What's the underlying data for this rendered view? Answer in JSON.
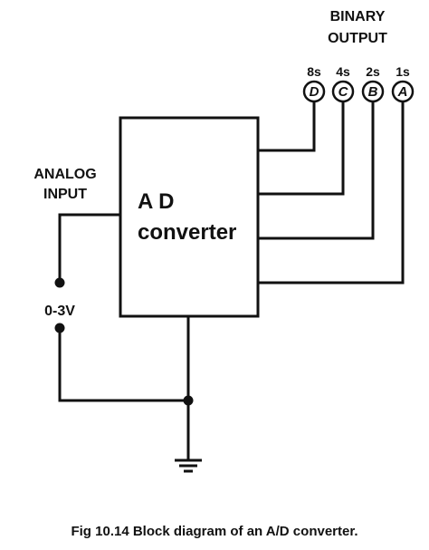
{
  "binary_output": {
    "line1": "BINARY",
    "line2": "OUTPUT"
  },
  "analog_input": {
    "line1": "ANALOG",
    "line2": "INPUT"
  },
  "converter": {
    "line1": "A D",
    "line2": "converter"
  },
  "voltage_range": "0-3V",
  "outputs": [
    {
      "weight": "8s",
      "letter": "D"
    },
    {
      "weight": "4s",
      "letter": "C"
    },
    {
      "weight": "2s",
      "letter": "B"
    },
    {
      "weight": "1s",
      "letter": "A"
    }
  ],
  "caption": "Fig 10.14 Block diagram of an A/D converter."
}
